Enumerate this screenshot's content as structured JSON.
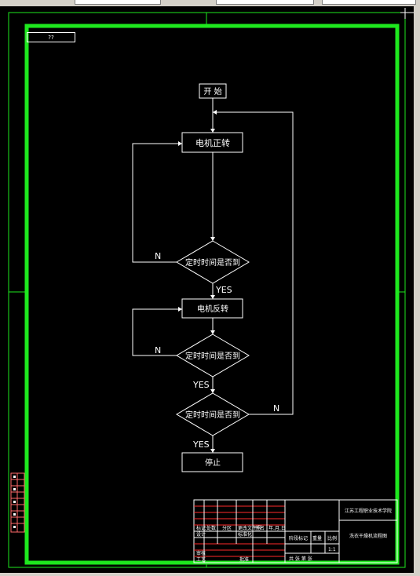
{
  "sheet": {
    "number": "??"
  },
  "flowchart": {
    "start": "开 始",
    "motor_forward": "电机正转",
    "decision_1": "定时时间是否到",
    "decision_2": "定时时间是否到",
    "decision_3": "定时时间是否到",
    "motor_reverse": "电机反转",
    "stop": "停止",
    "no_label_1": "N",
    "no_label_2": "N",
    "no_label_3": "N",
    "yes_label_1": "YES",
    "yes_label_2": "YES",
    "yes_label_3": "YES"
  },
  "title_block": {
    "school": "江苏工程职业技术学院",
    "drawing_name": "洗衣干燥机流程图",
    "row_labels": [
      "标记",
      "设计",
      "审核",
      "工艺"
    ],
    "col_labels": [
      "处数",
      "分区",
      "更改文件号",
      "签名",
      "年.月.日"
    ],
    "standardization": "标准化",
    "approval": "批准",
    "stage_mark": "阶段标记",
    "weight": "重量",
    "scale": "比例",
    "scale_value": "1:1",
    "sheets": "共   张   第   张"
  },
  "colors": {
    "border_green": "#1ee81e",
    "line_white": "#ffffff",
    "title_red": "#ff2a2a",
    "side_tab": "#ff6a6a"
  }
}
